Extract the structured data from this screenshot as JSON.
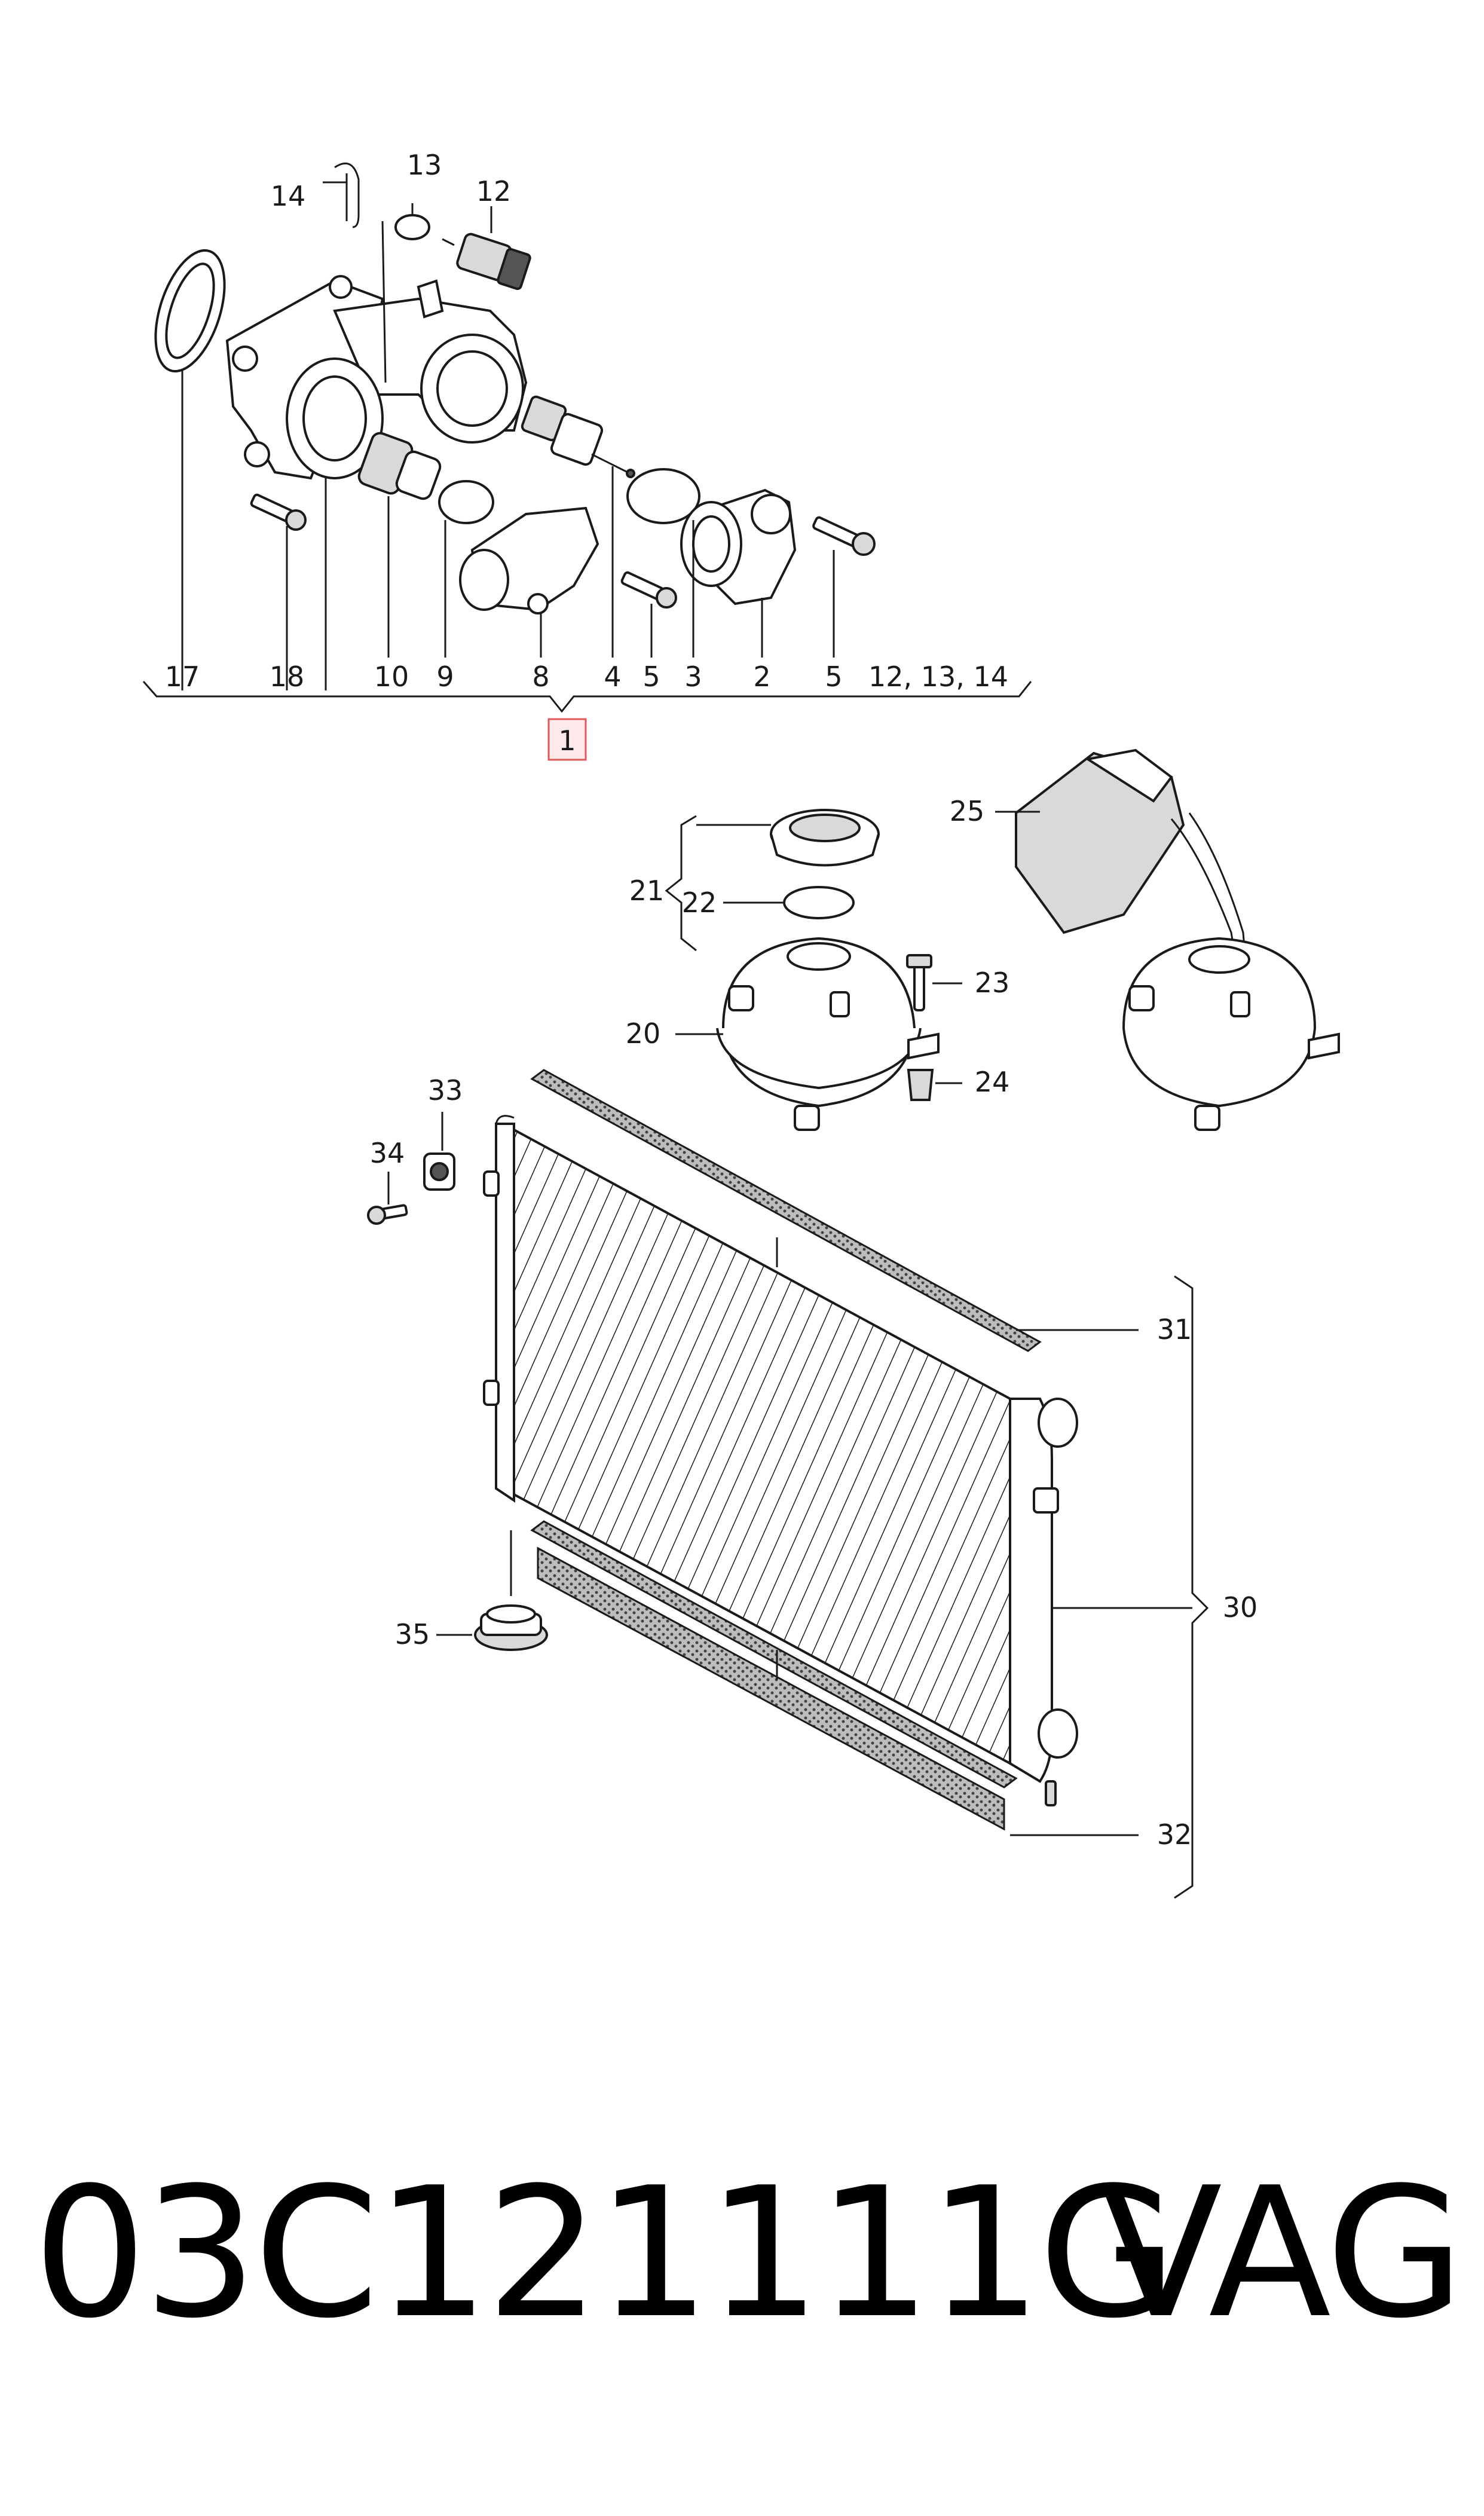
{
  "diagram": {
    "callouts": {
      "c1": "1",
      "c2": "2",
      "c3": "3",
      "c4": "4",
      "c5a": "5",
      "c5b": "5",
      "c8": "8",
      "c9": "9",
      "c10": "10",
      "c12": "12",
      "c12_13_14": "12, 13, 14",
      "c13": "13",
      "c14": "14",
      "c17": "17",
      "c18": "18",
      "c20": "20",
      "c21": "21",
      "c22": "22",
      "c23": "23",
      "c24": "24",
      "c25": "25",
      "c30": "30",
      "c31": "31",
      "c32": "32",
      "c33": "33",
      "c34": "34",
      "c35": "35"
    },
    "highlight_color": "#e05a5a"
  },
  "footer": {
    "part_number": "03C121111G",
    "brand": "VAG"
  }
}
